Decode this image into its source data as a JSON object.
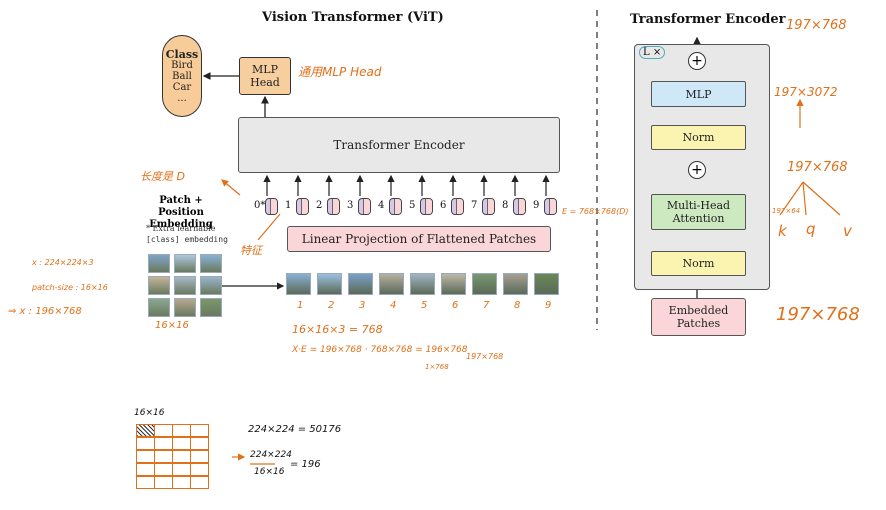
{
  "vit": {
    "title": "Vision Transformer (ViT)",
    "class_box": {
      "heading": "Class",
      "items": [
        "Bird",
        "Ball",
        "Car",
        "..."
      ]
    },
    "mlp_head": "MLP Head",
    "encoder": "Transformer Encoder",
    "patch_embedding": "Patch + Position Embedding",
    "extra_note_1": "* Extra learnable",
    "extra_note_2": "[class] embedding",
    "linear_projection": "Linear Projection of Flattened Patches",
    "token_numbers": [
      "0*",
      "1",
      "2",
      "3",
      "4",
      "5",
      "6",
      "7",
      "8",
      "9"
    ]
  },
  "encoder_detail": {
    "title": "Transformer Encoder",
    "lx": "L ×",
    "mlp": "MLP",
    "norm_top": "Norm",
    "attention": "Multi-Head Attention",
    "norm_bottom": "Norm",
    "embedded": "Embedded Patches"
  },
  "annotations": {
    "mlp_head_note": "通用MLP Head",
    "dim_note": "长度是 D",
    "feature_note": "特征",
    "e_note": "E = 768×768(D)",
    "x_input": "x : 224×224×3",
    "patch_size": "patch-size : 16×16",
    "x_result": "⇒ x : 196×768",
    "grid_size": "16×16",
    "patch_numbers": [
      "1",
      "2",
      "3",
      "4",
      "5",
      "6",
      "7",
      "8",
      "9"
    ],
    "calc1": "16×16×3 = 768",
    "calc2": "X·E = 196×768 · 768×768 = 196×768",
    "calc2b": "197×768",
    "calc3": "1×768",
    "grid_label": "16×16",
    "area": "224×224 = 50176",
    "div_top": "224×224",
    "div_bottom": "16×16",
    "div_result": "= 196",
    "out_dim": "197×768",
    "mlp_dim": "197×3072",
    "attn_dim": "197×768",
    "qkv_dim": "197×64",
    "k": "k",
    "q": "q",
    "v": "v",
    "emb_dim": "197×768"
  }
}
